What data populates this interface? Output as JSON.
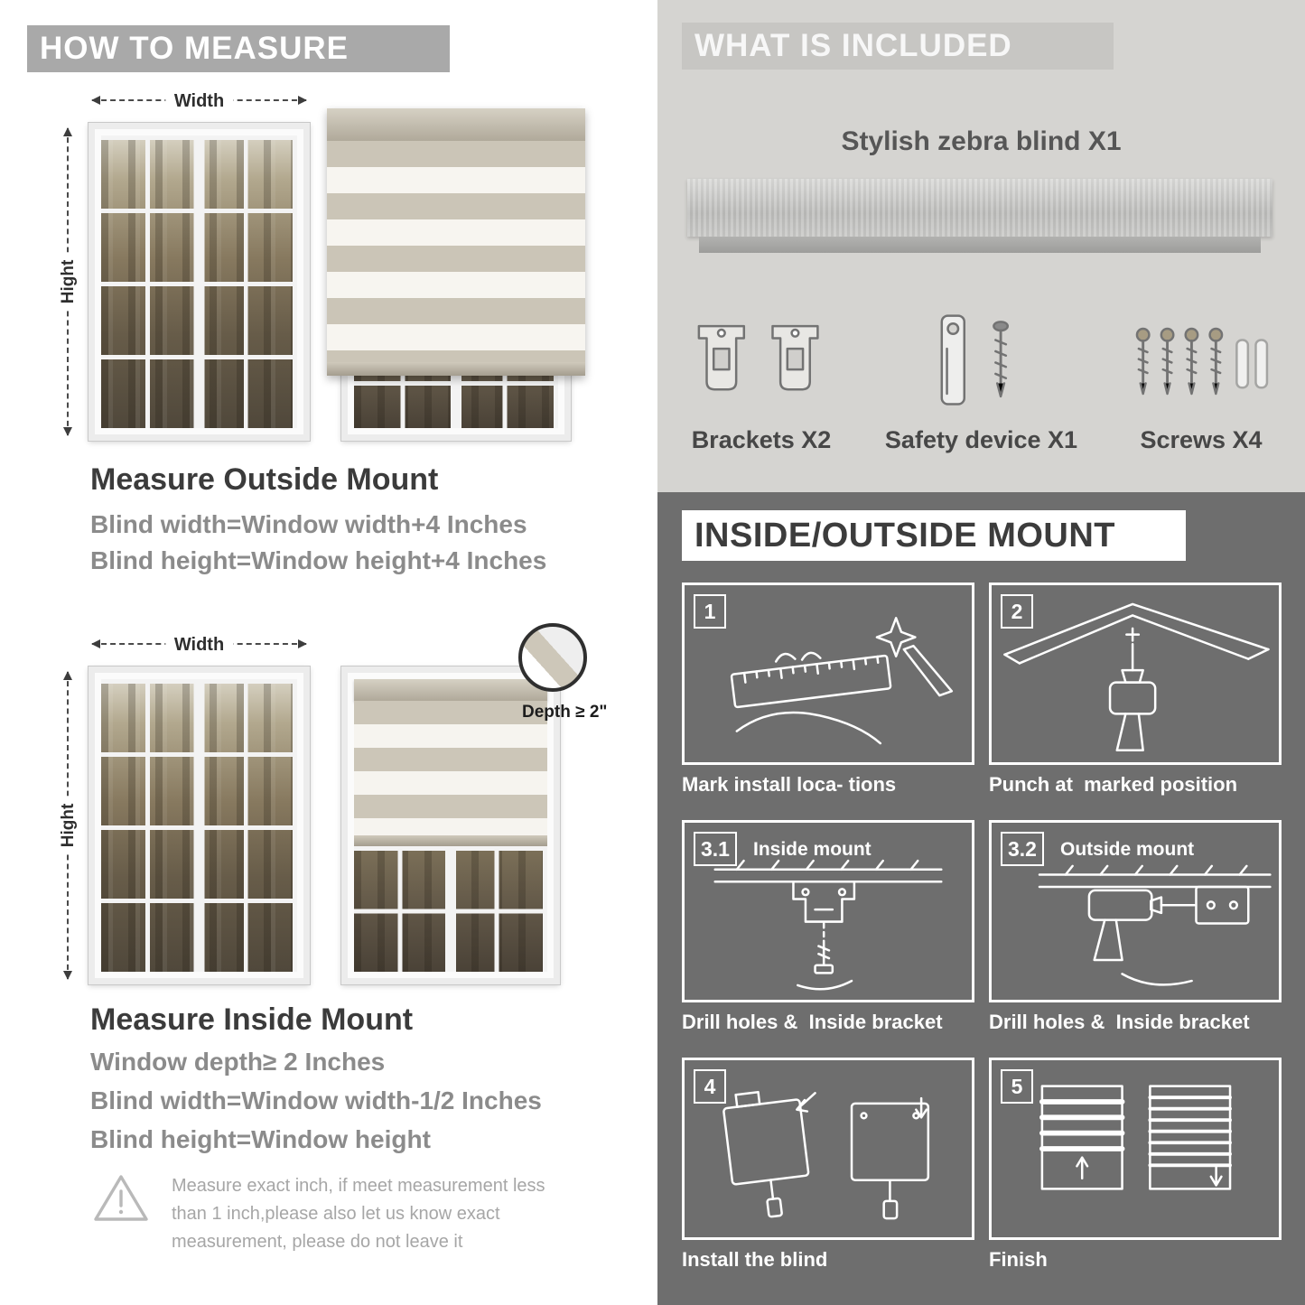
{
  "how_to_measure": {
    "header": "HOW TO MEASURE",
    "width_label": "Width",
    "height_label": "Hight",
    "outside": {
      "title": "Measure Outside Mount",
      "lines": [
        "Blind width=Window width+4 Inches",
        "Blind height=Window height+4 Inches"
      ]
    },
    "inside": {
      "depth_label": "Depth ≥ 2\"",
      "title": "Measure Inside Mount",
      "lines": [
        "Window depth≥ 2 Inches",
        "Blind width=Window width-1/2 Inches",
        "Blind height=Window height"
      ]
    },
    "note": "Measure exact inch, if meet measurement less than 1 inch,please also let us know exact measurement, please do not leave it"
  },
  "what_is_included": {
    "header": "WHAT IS INCLUDED",
    "product_label": "Stylish zebra blind X1",
    "items": [
      {
        "label": "Brackets X2"
      },
      {
        "label": "Safety device X1"
      },
      {
        "label": "Screws X4"
      }
    ]
  },
  "mount_guide": {
    "header": "INSIDE/OUTSIDE MOUNT",
    "steps": [
      {
        "num": "1",
        "title": "",
        "caption": "Mark install loca- tions"
      },
      {
        "num": "2",
        "title": "",
        "caption": "Punch at  marked position"
      },
      {
        "num": "3.1",
        "title": "Inside mount",
        "caption": "Drill holes &  Inside bracket"
      },
      {
        "num": "3.2",
        "title": "Outside mount",
        "caption": "Drill holes &  Inside bracket"
      },
      {
        "num": "4",
        "title": "",
        "caption": "Install the blind"
      },
      {
        "num": "5",
        "title": "",
        "caption": "Finish"
      }
    ]
  }
}
